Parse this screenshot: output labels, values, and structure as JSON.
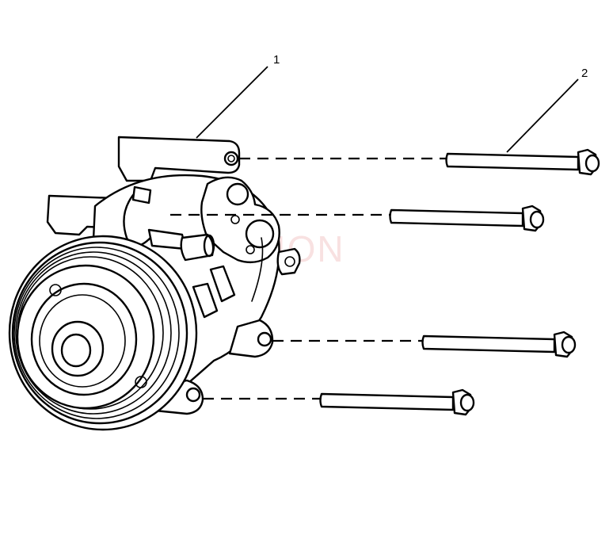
{
  "diagram": {
    "callouts": [
      {
        "id": "1",
        "label": "1"
      },
      {
        "id": "2",
        "label": "2"
      }
    ],
    "watermark": "SVISION"
  }
}
